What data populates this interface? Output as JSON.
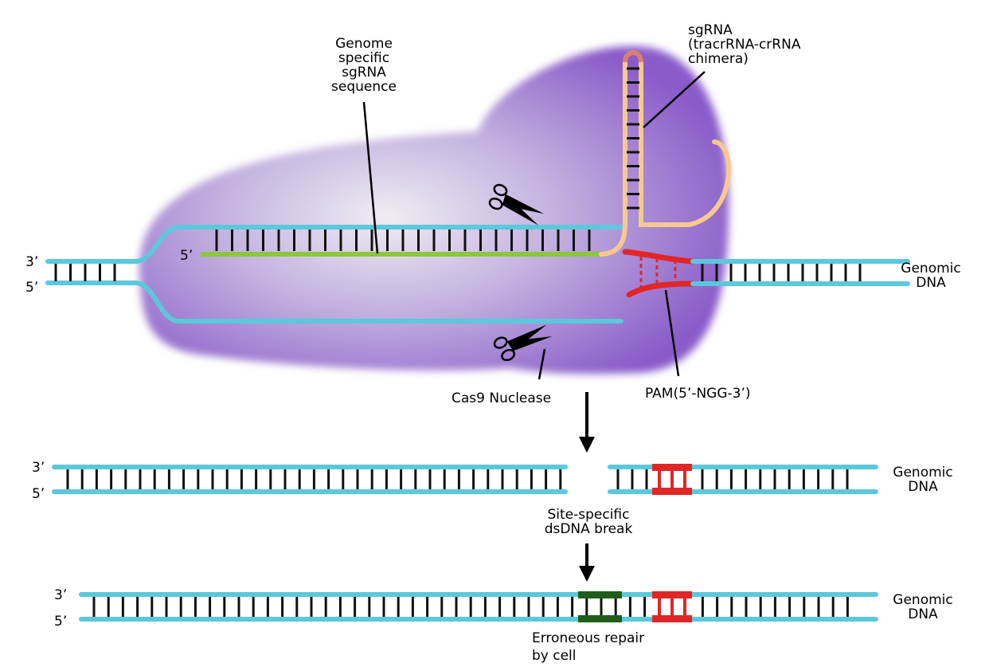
{
  "labels": {
    "genome_specific": [
      "Genome",
      "specific",
      "sgRNA",
      "sequence"
    ],
    "sgrna": [
      "sgRNA",
      "(tracrRNA-crRNA",
      "chimera)"
    ],
    "cas9": "Cas9 Nuclease",
    "pam": "PAM(5’-NGG-3’)",
    "break": [
      "Site-specific",
      "dsDNA break"
    ],
    "repair": [
      "Erroneous repair",
      "by cell"
    ],
    "genomic_dna": [
      "Genomic",
      "DNA"
    ],
    "three_prime": "3’",
    "five_prime": "5’"
  },
  "colors": {
    "dna_strand": "#5bc8dc",
    "guide_rna": "#8cc63f",
    "tracr_rna": "#f7c98e",
    "tracr_loop": "#d9806f",
    "pam": "#e02626",
    "repair": "#1f5e1a",
    "protein_light": "#ece8f2",
    "protein_dark": "#8a5cc9",
    "base_pair": "#111111"
  },
  "icons": {
    "scissors_top": "scissors-icon",
    "scissors_bottom": "scissors-icon",
    "arrow_1": "arrow-down-icon",
    "arrow_2": "arrow-down-icon"
  }
}
